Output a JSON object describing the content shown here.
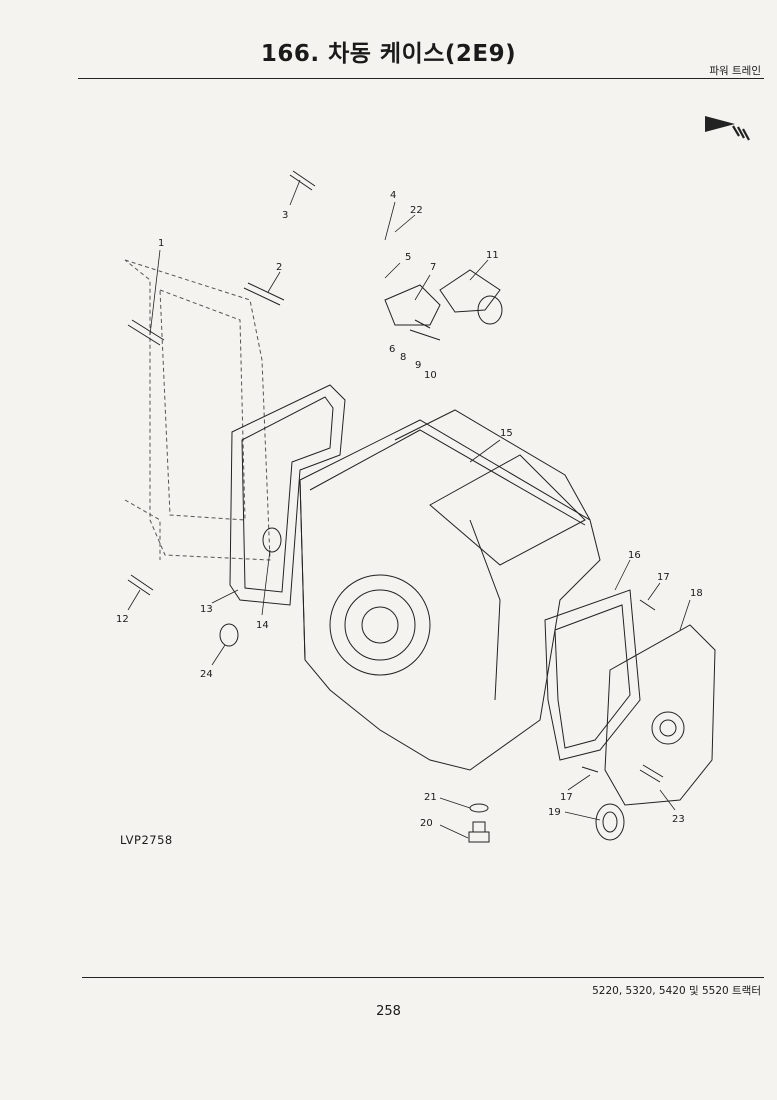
{
  "header": {
    "title": "166. 차동 케이스(2E9)",
    "section": "파워 트레인"
  },
  "figure": {
    "code": "LVP2758",
    "callouts": [
      "1",
      "2",
      "3",
      "4",
      "5",
      "6",
      "7",
      "8",
      "9",
      "10",
      "11",
      "12",
      "13",
      "14",
      "15",
      "16",
      "17",
      "17",
      "18",
      "19",
      "20",
      "21",
      "22",
      "23",
      "24"
    ]
  },
  "footer": {
    "models": "5220, 5320, 5420 및 5520 트랙터",
    "page_number": "258"
  }
}
